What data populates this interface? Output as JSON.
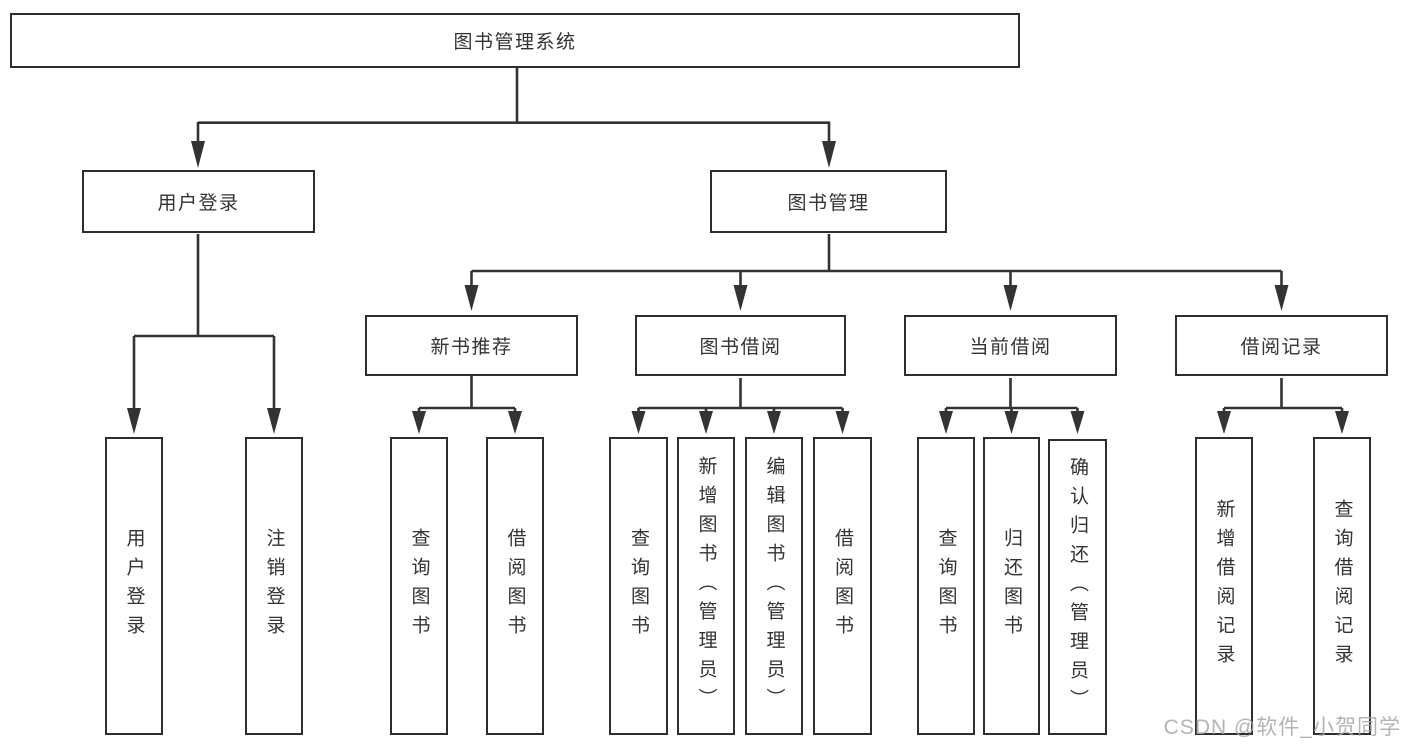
{
  "nodes": {
    "root": "图书管理系统",
    "level2": [
      "用户登录",
      "图书管理"
    ],
    "level3": [
      "新书推荐",
      "图书借阅",
      "当前借阅",
      "借阅记录"
    ],
    "leaves": {
      "user_login": [
        "用户登录",
        "注销登录"
      ],
      "new_book": [
        "查询图书",
        "借阅图书"
      ],
      "book_borrow": [
        "查询图书",
        "新增图书（管理员）",
        "编辑图书（管理员）",
        "借阅图书"
      ],
      "current_borrow": [
        "查询图书",
        "归还图书",
        "确认归还（管理员）"
      ],
      "records": [
        "新增借阅记录",
        "查询借阅记录"
      ]
    }
  },
  "watermark": "CSDN @软件_小贺同学",
  "colors": {
    "line": "#333333",
    "box_border": "#2e2e2e",
    "text": "#333333",
    "bg": "#ffffff",
    "watermark": "#a8a8a8"
  }
}
